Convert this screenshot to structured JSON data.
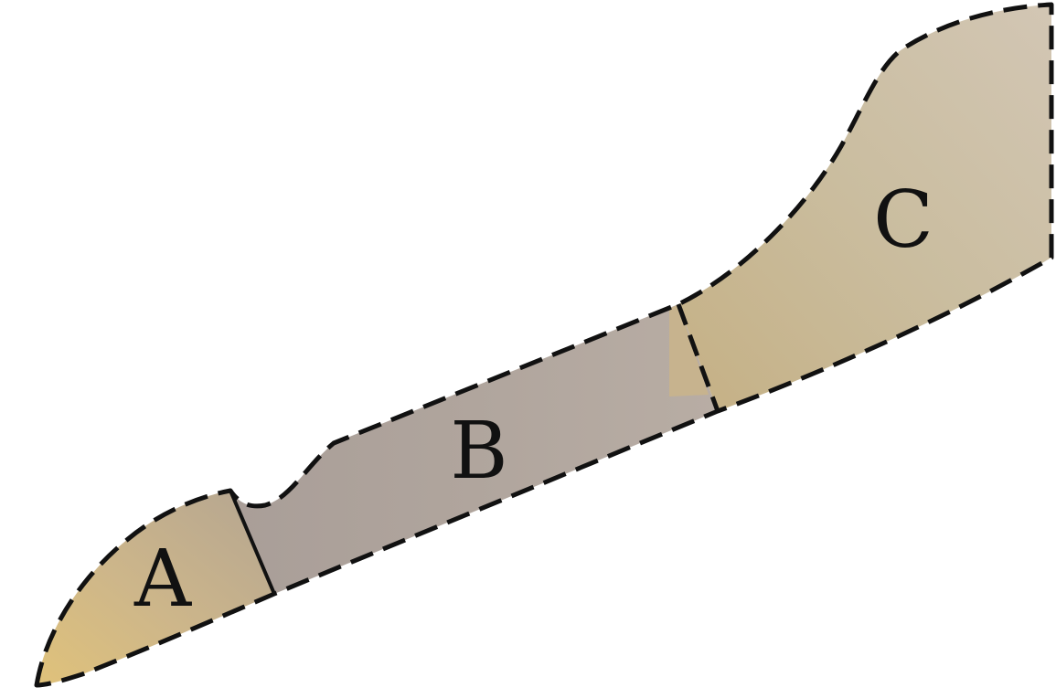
{
  "diagram": {
    "regions": [
      {
        "id": "A",
        "label": "A"
      },
      {
        "id": "B",
        "label": "B"
      },
      {
        "id": "C",
        "label": "C"
      }
    ]
  },
  "colors": {
    "region_a_tip": "#dcc27a",
    "region_a_base": "#b7a78e",
    "region_b": "#aea39b",
    "region_b_light": "#b9aea6",
    "region_c": "#c5b59c",
    "region_c_light": "#d4c7b3",
    "overlap_patch": "#c9b48c",
    "outline": "#111111",
    "background": "#ffffff"
  }
}
